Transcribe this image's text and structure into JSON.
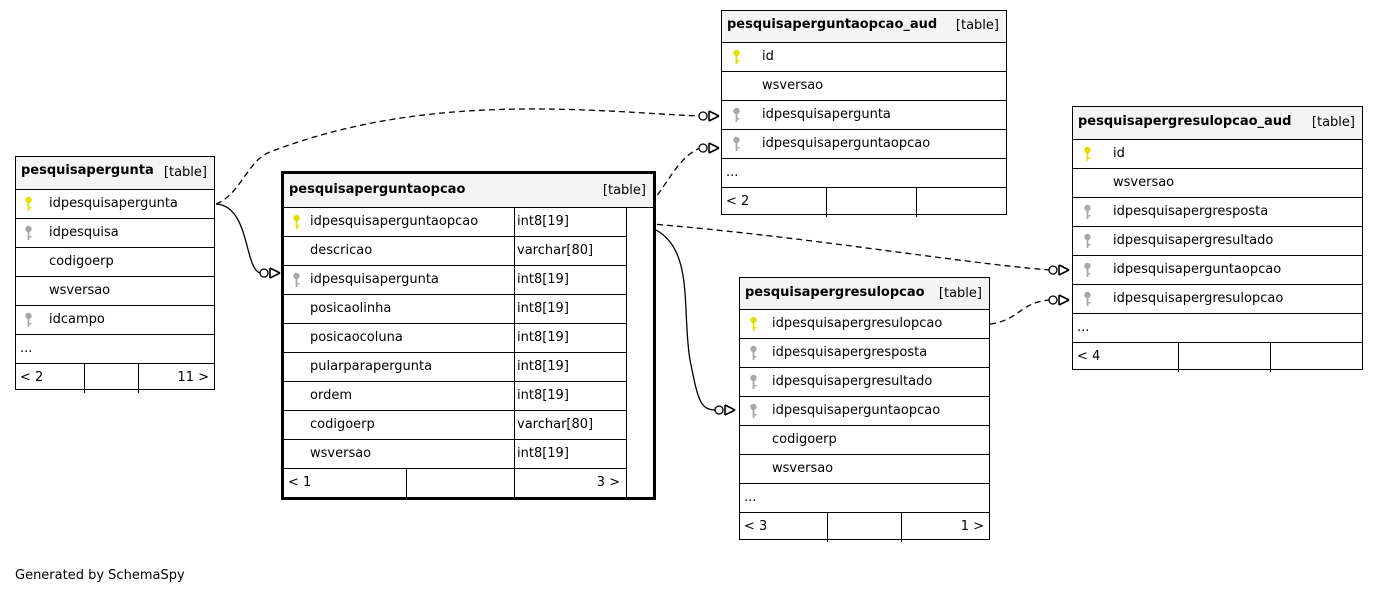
{
  "footer_text": "Generated by SchemaSpy",
  "colors": {
    "primary_key": "#e0e000",
    "foreign_key": "#a8a8a8",
    "header_bg": "#f4f4f4"
  },
  "tables": {
    "pesquisapergunta": {
      "name": "pesquisapergunta",
      "kind": "[table]",
      "columns": [
        {
          "name": "idpesquisapergunta",
          "key": "primary"
        },
        {
          "name": "idpesquisa",
          "key": "foreign"
        },
        {
          "name": "codigoerp",
          "key": "none"
        },
        {
          "name": "wsversao",
          "key": "none"
        },
        {
          "name": "idcampo",
          "key": "foreign"
        },
        {
          "name": "...",
          "key": "none"
        }
      ],
      "footer": {
        "left": "< 2",
        "right": "11 >"
      }
    },
    "pesquisaperguntaopcao": {
      "name": "pesquisaperguntaopcao",
      "kind": "[table]",
      "columns": [
        {
          "name": "idpesquisaperguntaopcao",
          "type": "int8[19]",
          "key": "primary"
        },
        {
          "name": "descricao",
          "type": "varchar[80]",
          "key": "none"
        },
        {
          "name": "idpesquisapergunta",
          "type": "int8[19]",
          "key": "foreign"
        },
        {
          "name": "posicaolinha",
          "type": "int8[19]",
          "key": "none"
        },
        {
          "name": "posicaocoluna",
          "type": "int8[19]",
          "key": "none"
        },
        {
          "name": "pularparapergunta",
          "type": "int8[19]",
          "key": "none"
        },
        {
          "name": "ordem",
          "type": "int8[19]",
          "key": "none"
        },
        {
          "name": "codigoerp",
          "type": "varchar[80]",
          "key": "none"
        },
        {
          "name": "wsversao",
          "type": "int8[19]",
          "key": "none"
        }
      ],
      "footer": {
        "left": "< 1",
        "right": "3 >"
      }
    },
    "pesquisaperguntaopcao_aud": {
      "name": "pesquisaperguntaopcao_aud",
      "kind": "[table]",
      "columns": [
        {
          "name": "id",
          "key": "primary"
        },
        {
          "name": "wsversao",
          "key": "none"
        },
        {
          "name": "idpesquisapergunta",
          "key": "foreign"
        },
        {
          "name": "idpesquisaperguntaopcao",
          "key": "foreign"
        },
        {
          "name": "...",
          "key": "none"
        }
      ],
      "footer": {
        "left": "< 2",
        "right": ""
      }
    },
    "pesquisapergresulopcao": {
      "name": "pesquisapergresulopcao",
      "kind": "[table]",
      "columns": [
        {
          "name": "idpesquisapergresulopcao",
          "key": "primary"
        },
        {
          "name": "idpesquisapergresposta",
          "key": "foreign"
        },
        {
          "name": "idpesquisapergresultado",
          "key": "foreign"
        },
        {
          "name": "idpesquisaperguntaopcao",
          "key": "foreign"
        },
        {
          "name": "codigoerp",
          "key": "none"
        },
        {
          "name": "wsversao",
          "key": "none"
        },
        {
          "name": "...",
          "key": "none"
        }
      ],
      "footer": {
        "left": "< 3",
        "right": "1 >"
      }
    },
    "pesquisapergresulopcao_aud": {
      "name": "pesquisapergresulopcao_aud",
      "kind": "[table]",
      "columns": [
        {
          "name": "id",
          "key": "primary"
        },
        {
          "name": "wsversao",
          "key": "none"
        },
        {
          "name": "idpesquisapergresposta",
          "key": "foreign"
        },
        {
          "name": "idpesquisapergresultado",
          "key": "foreign"
        },
        {
          "name": "idpesquisaperguntaopcao",
          "key": "foreign"
        },
        {
          "name": "idpesquisapergresulopcao",
          "key": "foreign"
        },
        {
          "name": "...",
          "key": "none"
        }
      ],
      "footer": {
        "left": "< 4",
        "right": ""
      }
    }
  },
  "relationships": [
    {
      "from": "pesquisapergunta.idpesquisapergunta",
      "to": "pesquisaperguntaopcao.idpesquisapergunta",
      "style": "solid"
    },
    {
      "from": "pesquisapergunta.idpesquisapergunta",
      "to": "pesquisaperguntaopcao_aud.idpesquisapergunta",
      "style": "dashed"
    },
    {
      "from": "pesquisaperguntaopcao.idpesquisaperguntaopcao",
      "to": "pesquisaperguntaopcao_aud.idpesquisaperguntaopcao",
      "style": "dashed"
    },
    {
      "from": "pesquisaperguntaopcao.idpesquisaperguntaopcao",
      "to": "pesquisapergresulopcao_aud.idpesquisaperguntaopcao",
      "style": "dashed"
    },
    {
      "from": "pesquisaperguntaopcao.idpesquisaperguntaopcao",
      "to": "pesquisapergresulopcao.idpesquisaperguntaopcao",
      "style": "solid"
    },
    {
      "from": "pesquisapergresulopcao.idpesquisapergresulopcao",
      "to": "pesquisapergresulopcao_aud.idpesquisapergresulopcao",
      "style": "dashed"
    }
  ]
}
